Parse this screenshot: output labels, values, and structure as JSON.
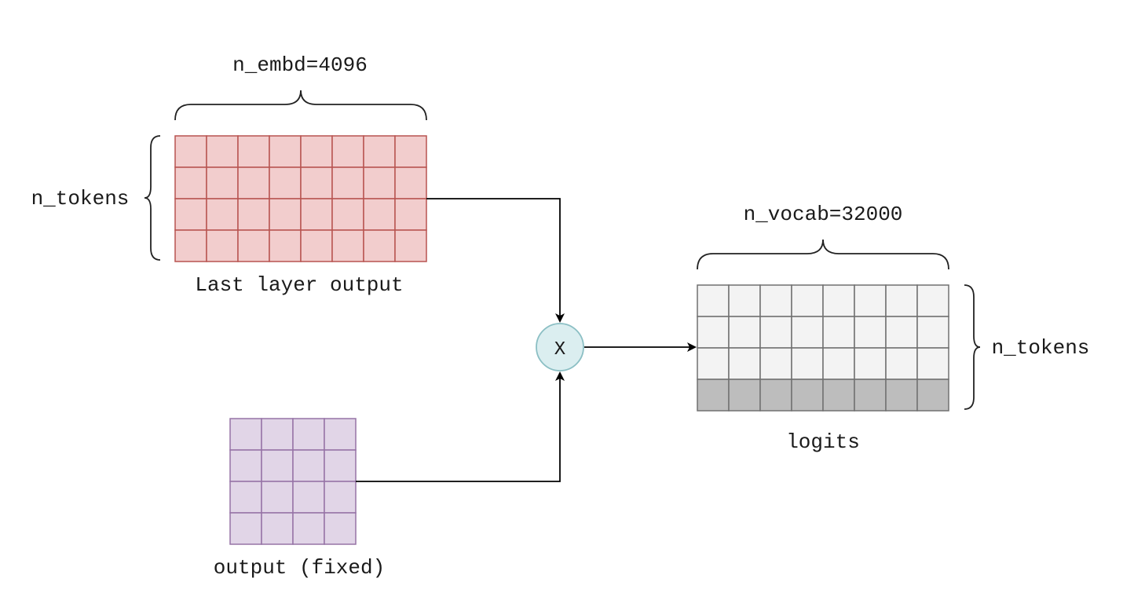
{
  "labels": {
    "n_embd": "n_embd=4096",
    "n_tokens_left": "n_tokens",
    "last_layer_output": "Last layer output",
    "multiply_symbol": "X",
    "n_vocab": "n_vocab=32000",
    "n_tokens_right": "n_tokens",
    "logits": "logits",
    "output_fixed": "output (fixed)"
  },
  "matrices": {
    "last_layer_output": {
      "rows": 4,
      "cols": 8,
      "fill": "#f2cdcd",
      "stroke": "#b85450"
    },
    "output_fixed": {
      "rows": 4,
      "cols": 4,
      "fill": "#e1d5e7",
      "stroke": "#9673a6"
    },
    "logits": {
      "rows": 4,
      "cols": 8,
      "fill": "#f3f3f3",
      "stroke": "#707070",
      "highlight_row": 4,
      "highlight_fill": "#bdbdbd"
    }
  },
  "multiply_node": {
    "fill": "#dbeef0",
    "stroke": "#8bbfc4"
  },
  "colors": {
    "line": "#000000",
    "brace": "#222222"
  }
}
